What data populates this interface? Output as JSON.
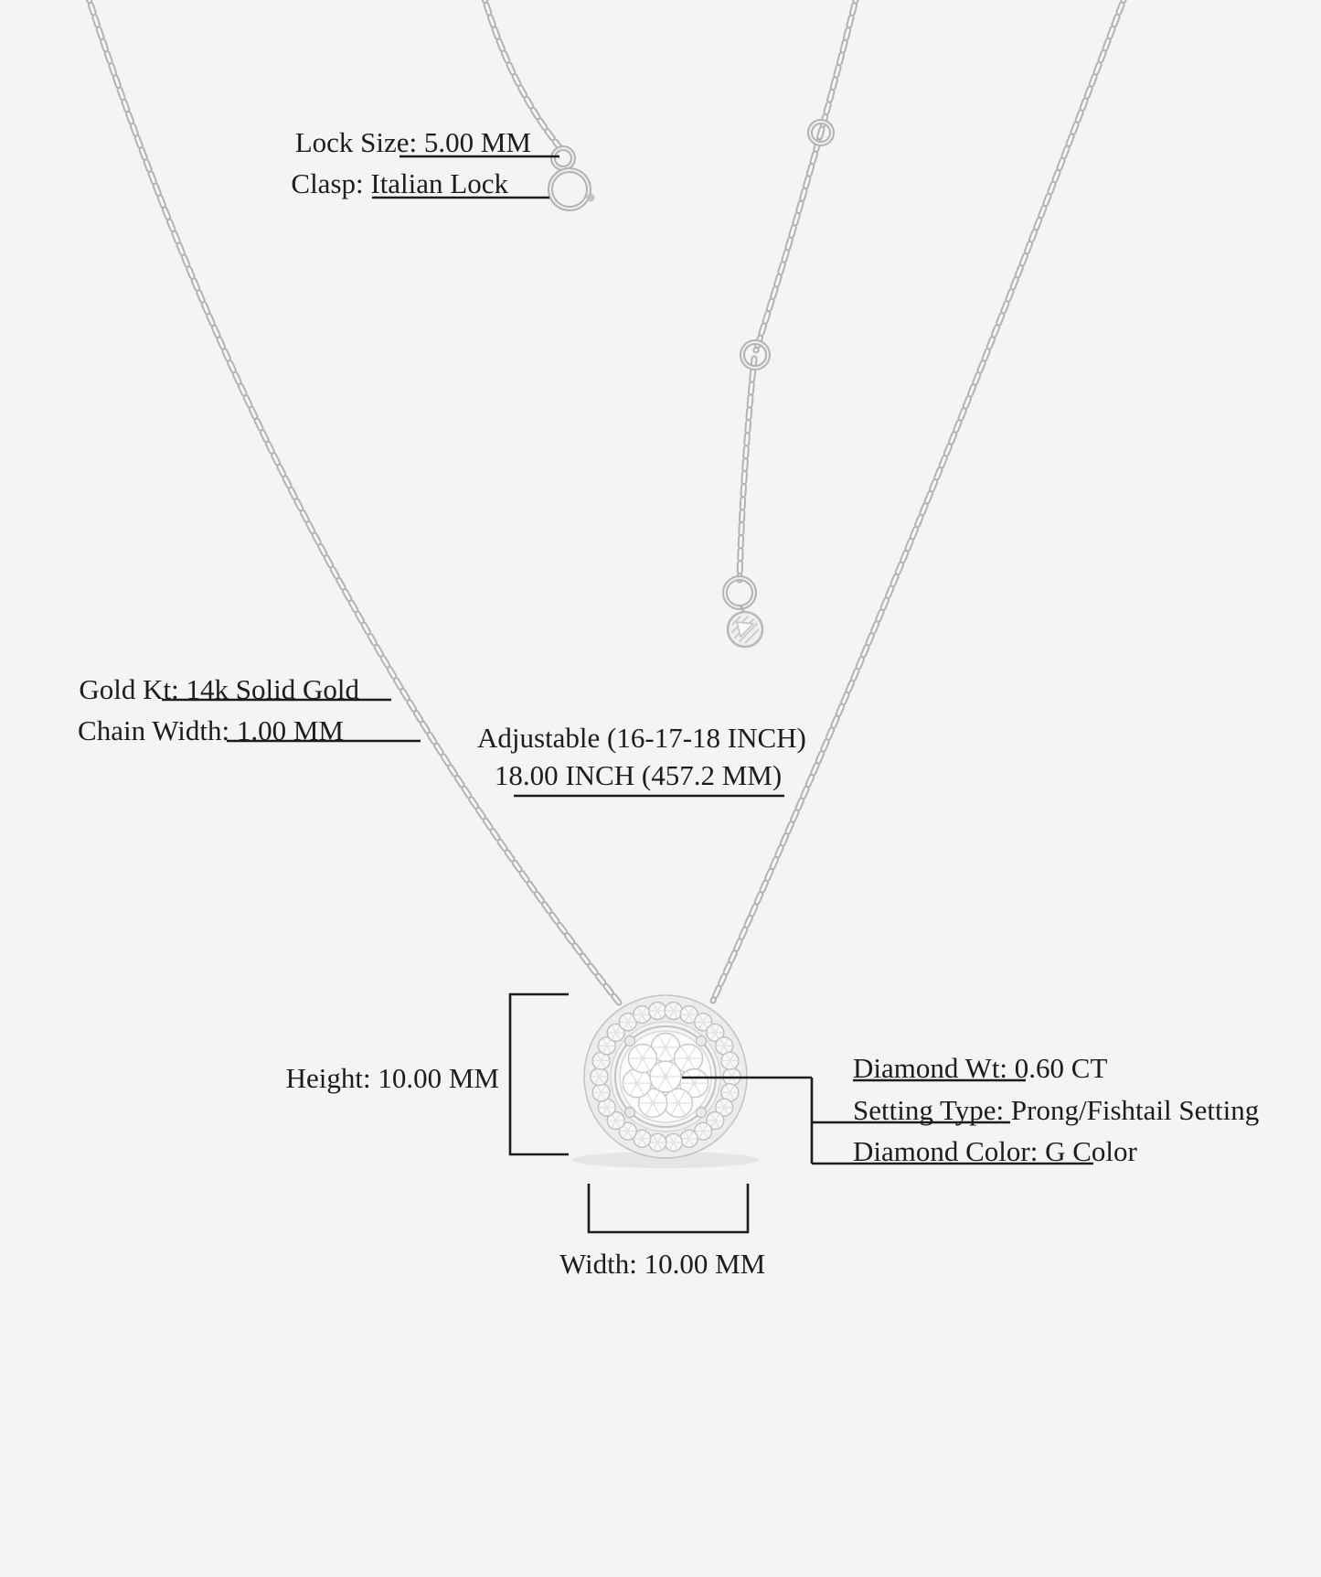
{
  "scene": {
    "background_color": "#f4f4f3",
    "text_color": "#1c1c1c",
    "dimension_line_color": "#1c1c1c",
    "metal_highlight_color": "#f6f6f6",
    "metal_shadow_color": "#b3b3b3"
  },
  "annotations": {
    "lock_size": "Lock Size: 5.00 MM",
    "clasp": "Clasp: Italian Lock",
    "gold_kt": "Gold Kt: 14k Solid Gold",
    "chain_width": "Chain Width: 1.00 MM",
    "adjustable_line1": "Adjustable (16-17-18 INCH)",
    "adjustable_line2": "18.00 INCH (457.2 MM)",
    "height": "Height: 10.00 MM",
    "diamond_wt": "Diamond Wt: 0.60 CT",
    "setting_type": "Setting Type: Prong/Fishtail Setting",
    "diamond_color": "Diamond Color: G Color",
    "width": "Width: 10.00 MM"
  }
}
